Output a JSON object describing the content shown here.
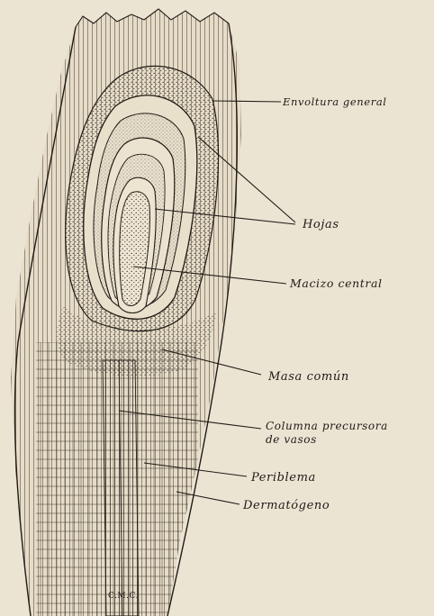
{
  "labels": {
    "involucro": "Envoltura general",
    "hojas": "Hojas",
    "macizo": "Macizo central",
    "masa": "Masa común",
    "columna_1": "Columna precursora",
    "columna_2": "de vasos",
    "periblema": "Periblema",
    "dermatogeno": "Dermatógeno"
  },
  "signature": "C.M.C."
}
